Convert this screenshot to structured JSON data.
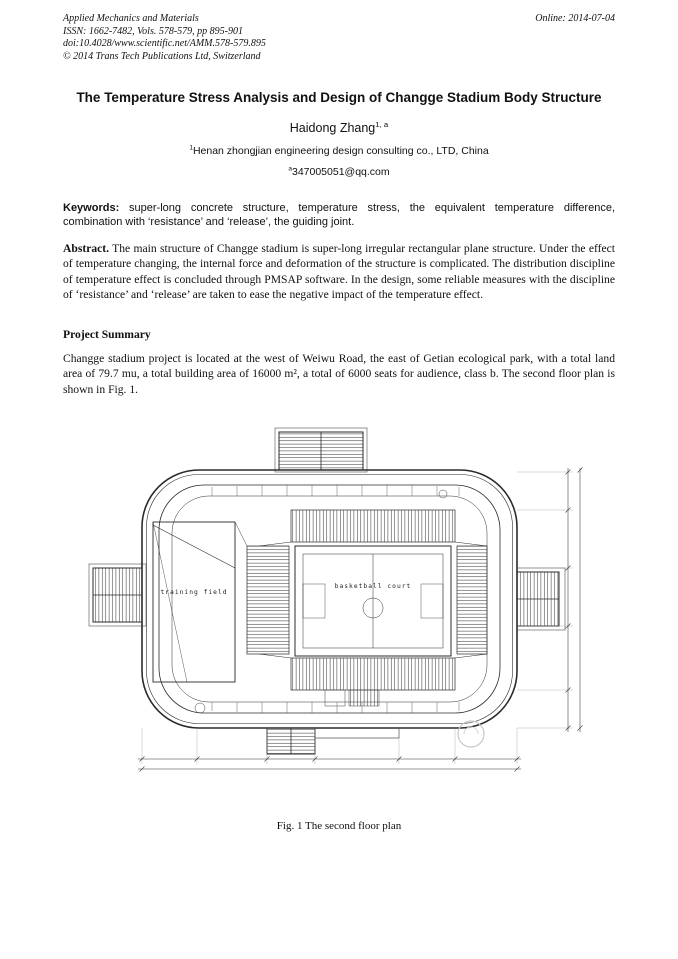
{
  "header": {
    "journal": "Applied Mechanics and Materials",
    "issn_line": "ISSN: 1662-7482, Vols. 578-579, pp 895-901",
    "doi_line": "doi:10.4028/www.scientific.net/AMM.578-579.895",
    "copyright_line": "© 2014 Trans Tech Publications Ltd, Switzerland",
    "online_date": "Online: 2014-07-04"
  },
  "title": "The Temperature Stress Analysis and Design of Changge Stadium Body Structure",
  "author": {
    "name": "Haidong Zhang",
    "superscript": "1, a"
  },
  "affiliation": {
    "superscript": "1",
    "text": "Henan zhongjian engineering design consulting co., LTD, China"
  },
  "email": {
    "superscript": "a",
    "text": "347005051@qq.com"
  },
  "keywords": {
    "label": "Keywords:",
    "text": "super-long concrete structure, temperature stress, the equivalent temperature difference, combination with ‘resistance’ and ‘release’, the guiding joint."
  },
  "abstract": {
    "label": "Abstract.",
    "text": "The main structure of Changge stadium is super-long irregular rectangular plane structure. Under the effect of temperature changing, the internal force and deformation of the structure is complicated. The distribution discipline of temperature effect is concluded through PMSAP software. In the design, some reliable measures with the discipline of ‘resistance’ and ‘release’ are taken to ease the negative impact of the temperature effect."
  },
  "sections": {
    "project_summary": {
      "heading": "Project Summary",
      "body": "Changge stadium project is located at the west of Weiwu Road, the east of Getian ecological park, with a total land area of 79.7 mu, a total building area of 16000 m², a total of 6000 seats for audience, class b. The second floor plan is shown in Fig. 1."
    }
  },
  "figure": {
    "labels": {
      "training_field": "training field",
      "basketball_court": "basketball court"
    },
    "caption": "Fig. 1 The second floor plan"
  }
}
